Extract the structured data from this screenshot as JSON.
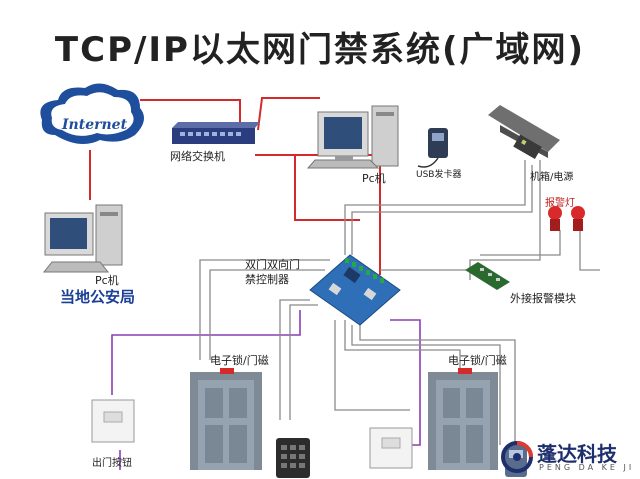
{
  "title": "TCP/IP以太网门禁系统(广域网)",
  "labels": {
    "internet": "Internet",
    "switch": "网络交换机",
    "pc_center": "Pc机",
    "usb_reader": "USB发卡器",
    "cabinet": "机箱/电源",
    "alarm_light": "报警灯",
    "pc_left": "Pc机",
    "police": "当地公安局",
    "controller_line1": "双门双向门",
    "controller_line2": "禁控制器",
    "alarm_module": "外接报警模块",
    "lock_left": "电子锁/门磁",
    "lock_right": "电子锁/门磁",
    "exit_button": "出门按钮"
  },
  "brand": {
    "name": "蓬达科技",
    "sub": "PENG DA KE JI"
  },
  "colors": {
    "red_line": "#d42a2a",
    "purple_line": "#8a3fb5",
    "gray_line": "#888888",
    "cloud": "#1f4e9c",
    "board": "#2e6fb8"
  }
}
